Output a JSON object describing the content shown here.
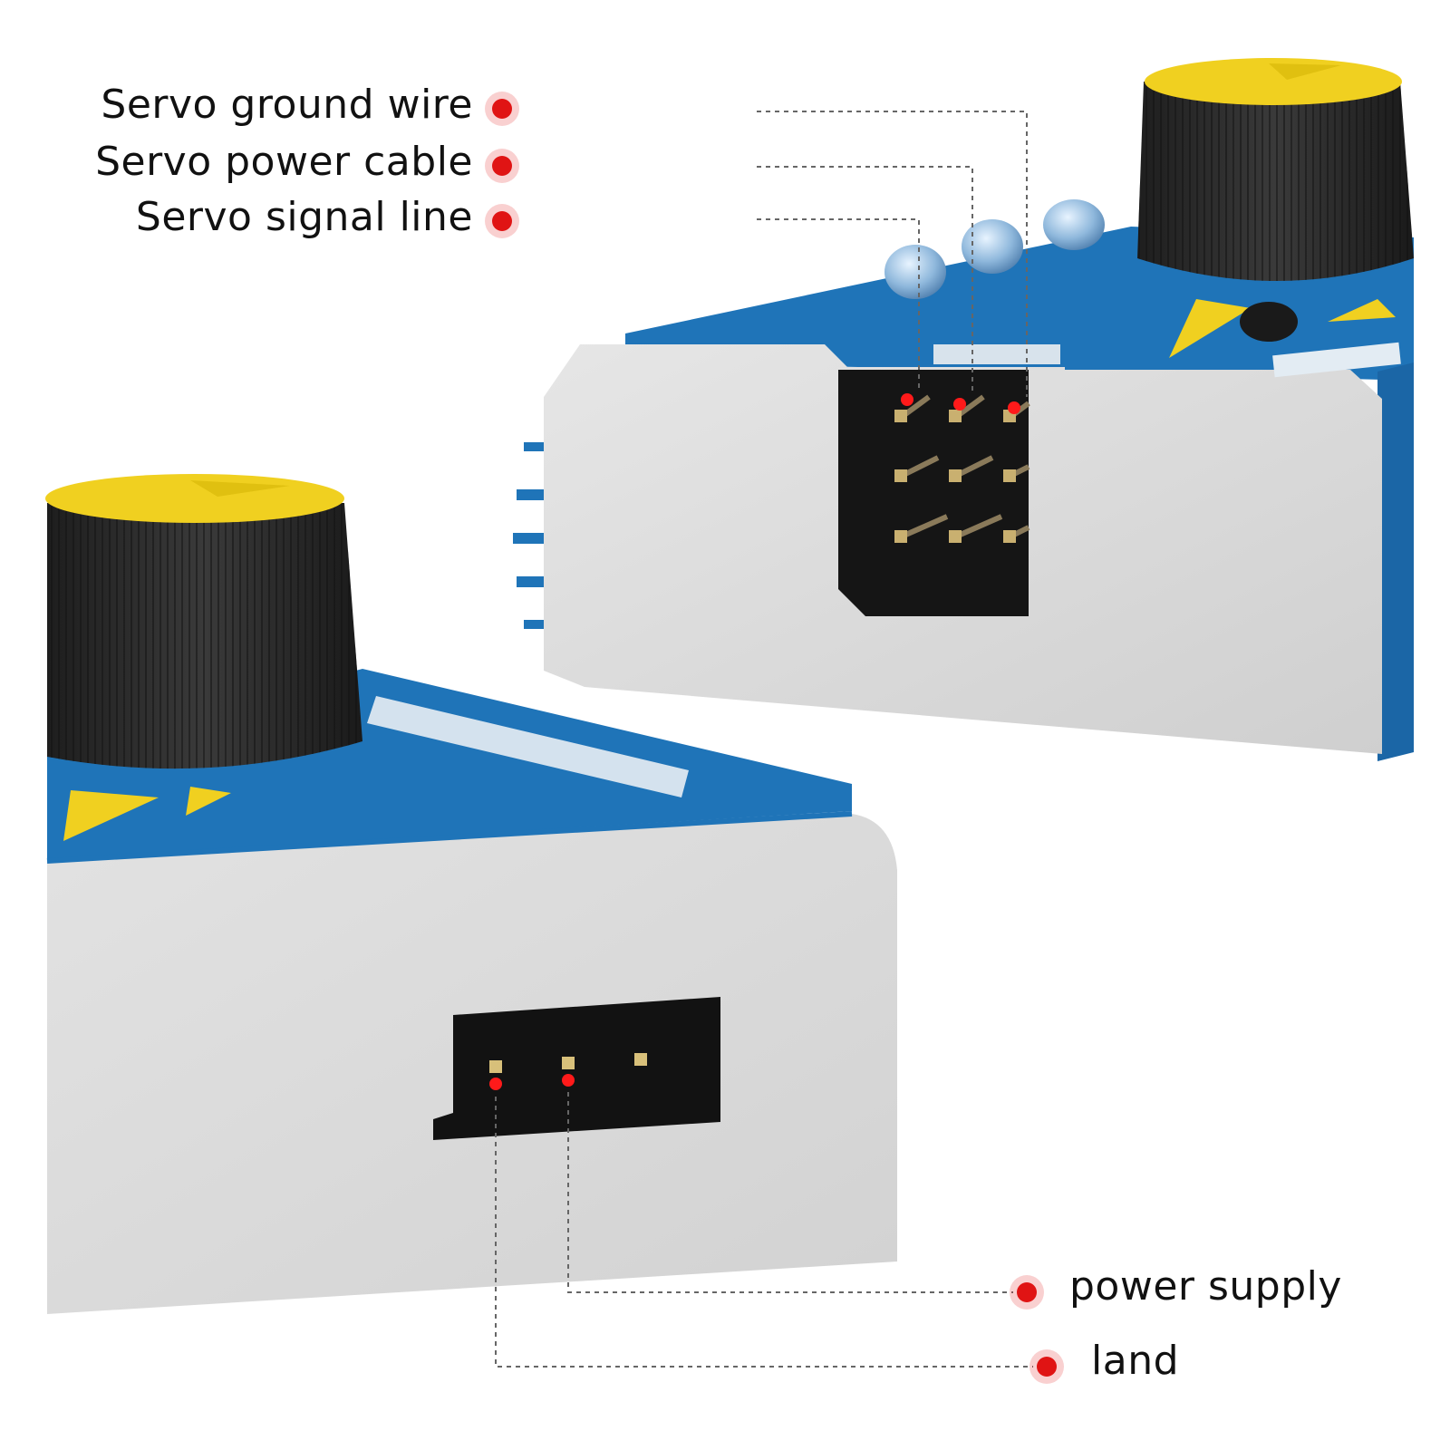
{
  "labels": {
    "ground": "Servo ground wire",
    "power": "Servo power cable",
    "signal": "Servo signal line",
    "supply": "power supply",
    "land": "land"
  },
  "colors": {
    "case_blue": "#1f74b8",
    "case_silver": "#d9d9d9",
    "knob_black": "#2c2c2c",
    "knob_yellow": "#f0d020",
    "marker_red": "#e01414"
  }
}
